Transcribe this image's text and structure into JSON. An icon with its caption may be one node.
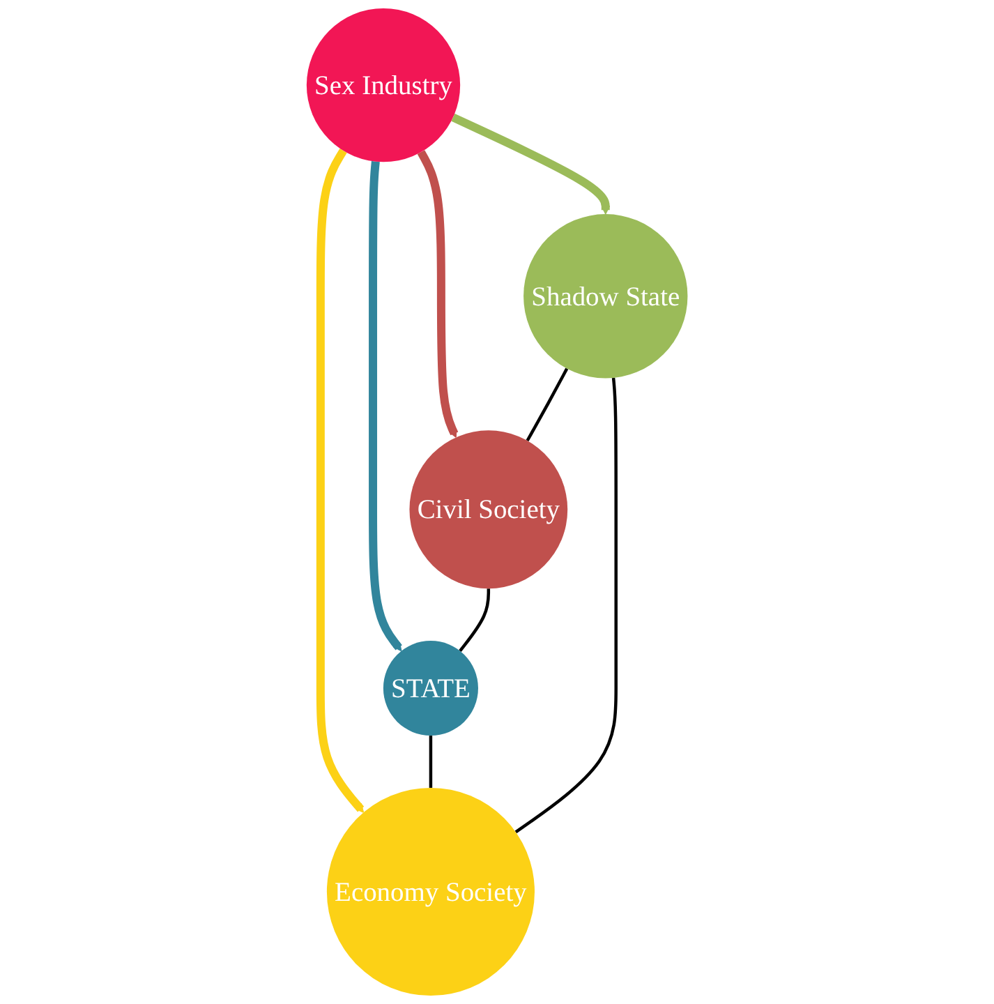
{
  "diagram": {
    "nodes": [
      {
        "text": [
          "Shadow State"
        ]
      },
      {
        "text": [
          "Economy Society"
        ]
      },
      {
        "text": [
          "Sex Industry"
        ]
      },
      {
        "text": [
          "Civil Society"
        ]
      },
      {
        "text": [
          "STATE"
        ]
      }
    ],
    "edges": [
      {
        "from": 2,
        "to": 0,
        "arrow": "to",
        "style": "thick",
        "color": "#9bbb59"
      },
      {
        "from": 2,
        "to": 1,
        "arrow": "to",
        "style": "thick",
        "color": "#fcd116"
      },
      {
        "from": 2,
        "to": 3,
        "arrow": "to",
        "style": "thick",
        "color": "#c0504d"
      },
      {
        "from": 2,
        "to": 4,
        "arrow": "to",
        "style": "thick",
        "color": "#31859c"
      },
      {
        "from": 0,
        "to": 3,
        "arrow": "none"
      },
      {
        "from": 3,
        "to": 4,
        "arrow": "none"
      },
      {
        "from": 4,
        "to": 1,
        "arrow": "none"
      },
      {
        "from": 1,
        "to": 0,
        "arrow": "none"
      }
    ]
  }
}
